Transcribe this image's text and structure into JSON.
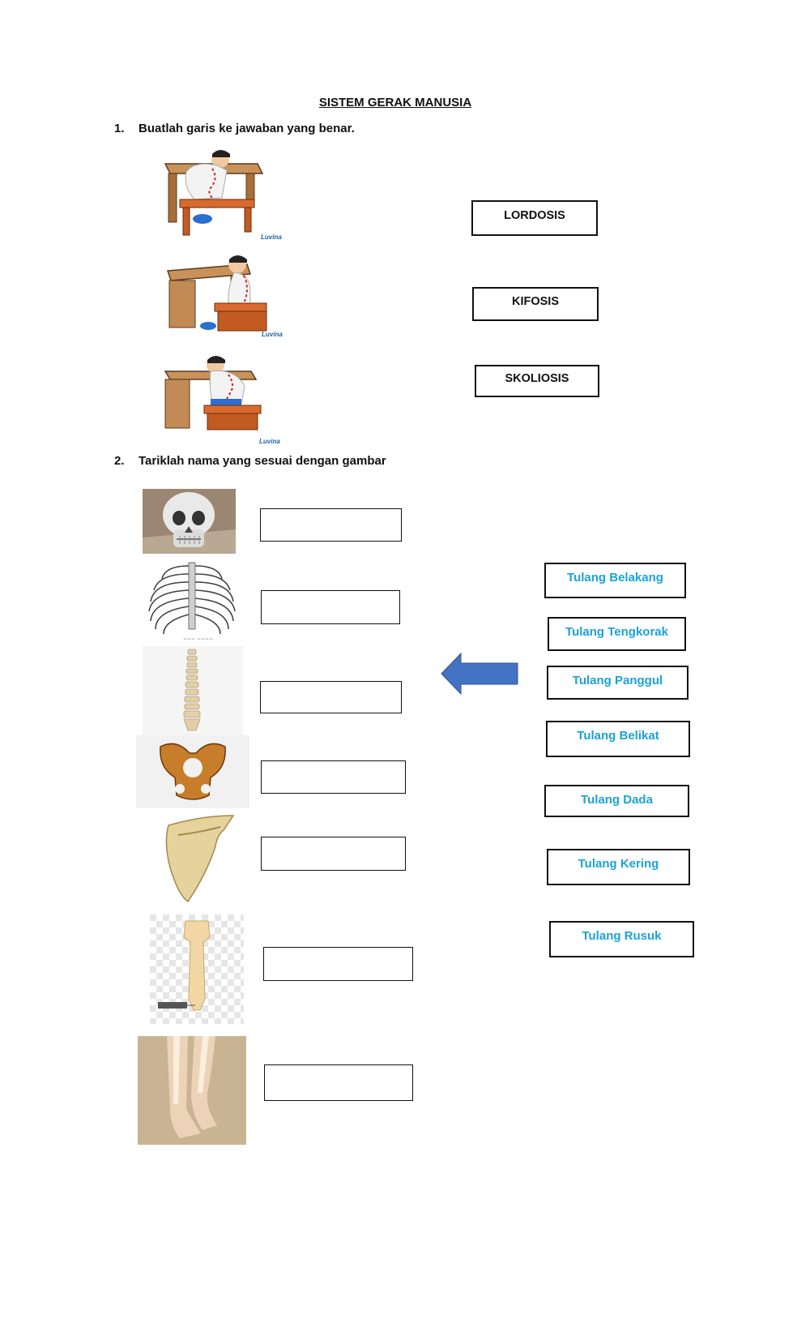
{
  "title": "SISTEM GERAK MANUSIA",
  "question1": {
    "number": "1.",
    "text": "Buatlah garis ke jawaban yang benar."
  },
  "question2": {
    "number": "2.",
    "text": "Tariklah nama yang sesuai dengan gambar"
  },
  "q1_answers": [
    "LORDOSIS",
    "KIFOSIS",
    "SKOLIOSIS"
  ],
  "q1_brand": "Luvina",
  "q2_options": [
    "Tulang Belakang",
    "Tulang Tengkorak",
    "Tulang Panggul",
    "Tulang Belikat",
    "Tulang Dada",
    "Tulang Kering",
    "Tulang Rusuk"
  ],
  "colors": {
    "option_text": "#1aa3d9",
    "arrow": "#4472c4"
  }
}
